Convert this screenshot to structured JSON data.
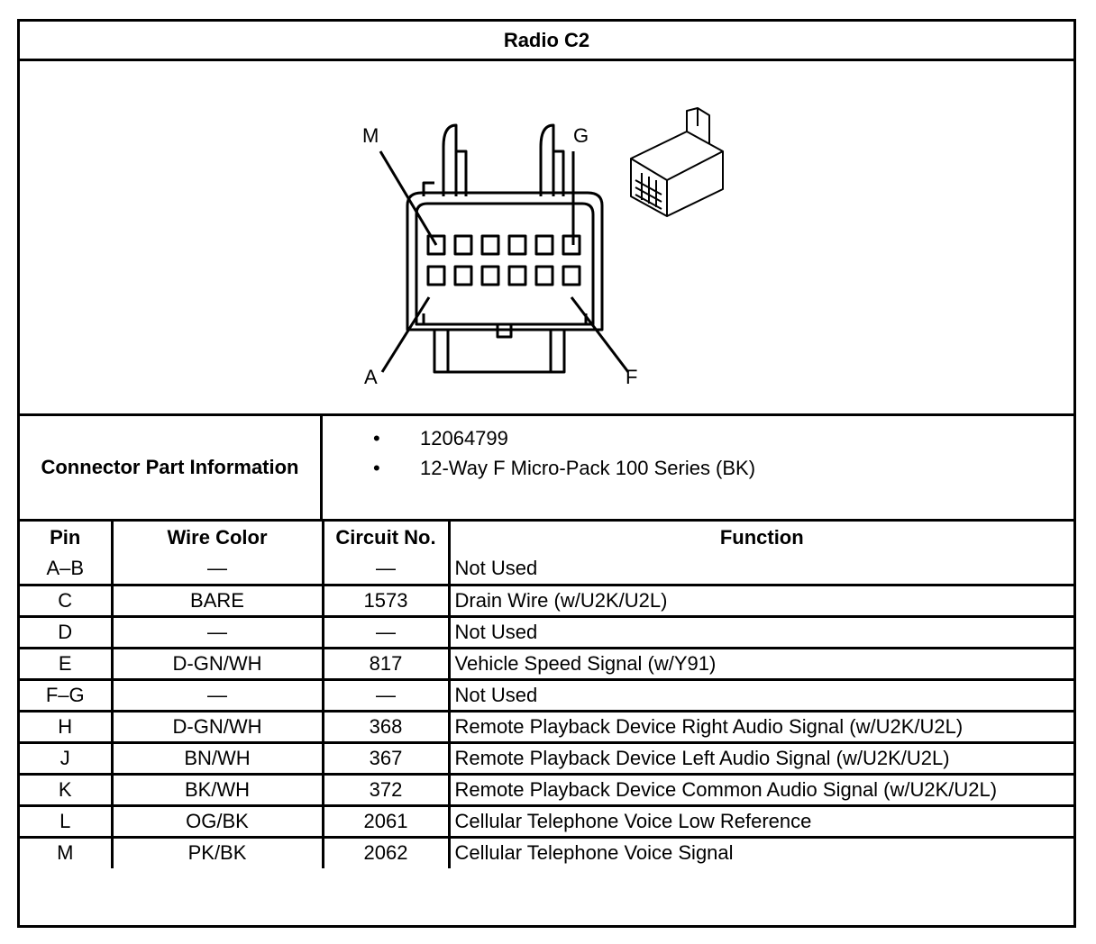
{
  "title": "Radio C2",
  "figure": {
    "pin_labels": {
      "top_left": "M",
      "top_right": "G",
      "bottom_left": "A",
      "bottom_right": "F"
    },
    "icon": "connector-face-view-and-isometric"
  },
  "connector_info": {
    "label": "Connector Part Information",
    "items": [
      "12064799",
      "12-Way F Micro-Pack 100 Series (BK)"
    ]
  },
  "table": {
    "headers": {
      "pin": "Pin",
      "wire_color": "Wire Color",
      "circuit": "Circuit No.",
      "function": "Function"
    },
    "rows": [
      {
        "pin": "A–B",
        "wire_color": "—",
        "circuit": "—",
        "function": "Not Used"
      },
      {
        "pin": "C",
        "wire_color": "BARE",
        "circuit": "1573",
        "function": "Drain Wire (w/U2K/U2L)"
      },
      {
        "pin": "D",
        "wire_color": "—",
        "circuit": "—",
        "function": "Not Used"
      },
      {
        "pin": "E",
        "wire_color": "D-GN/WH",
        "circuit": "817",
        "function": "Vehicle Speed Signal (w/Y91)"
      },
      {
        "pin": "F–G",
        "wire_color": "—",
        "circuit": "—",
        "function": "Not Used"
      },
      {
        "pin": "H",
        "wire_color": "D-GN/WH",
        "circuit": "368",
        "function": "Remote Playback Device Right Audio Signal (w/U2K/U2L)"
      },
      {
        "pin": "J",
        "wire_color": "BN/WH",
        "circuit": "367",
        "function": "Remote Playback Device Left Audio Signal (w/U2K/U2L)"
      },
      {
        "pin": "K",
        "wire_color": "BK/WH",
        "circuit": "372",
        "function": "Remote Playback Device Common Audio Signal (w/U2K/U2L)"
      },
      {
        "pin": "L",
        "wire_color": "OG/BK",
        "circuit": "2061",
        "function": "Cellular Telephone Voice Low Reference"
      },
      {
        "pin": "M",
        "wire_color": "PK/BK",
        "circuit": "2062",
        "function": "Cellular Telephone Voice Signal"
      }
    ]
  }
}
